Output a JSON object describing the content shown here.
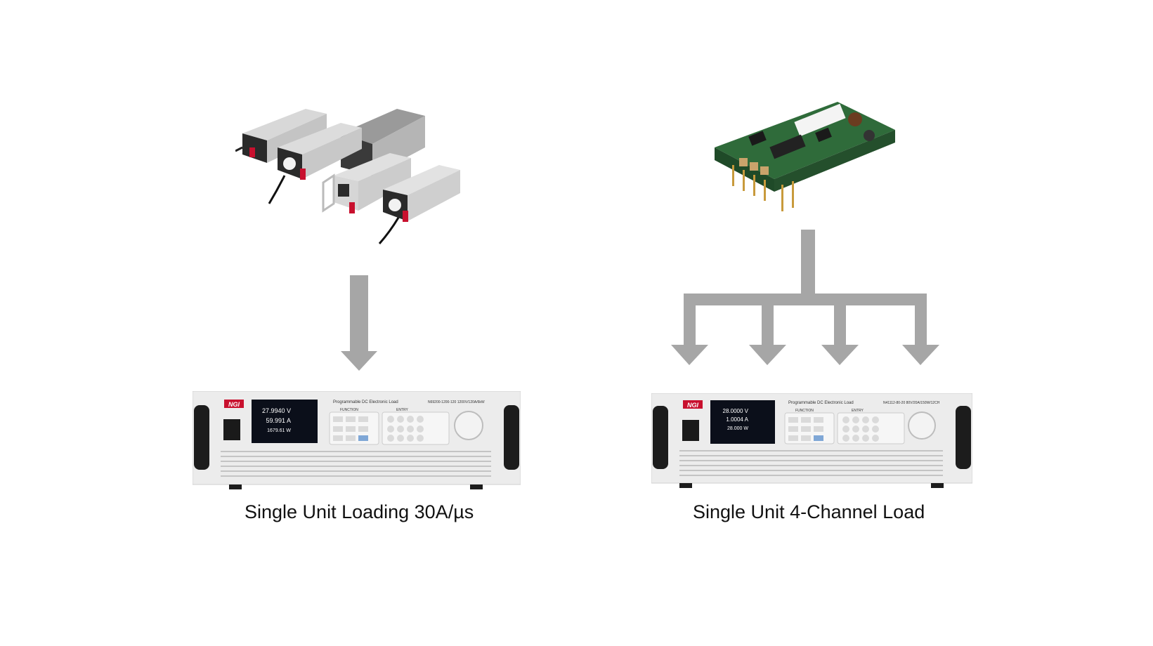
{
  "left": {
    "caption": "Single Unit Loading 30A/µs",
    "source_label": "server-psu-group",
    "load": {
      "brand": "NGI",
      "panel_title": "Programmable DC Electronic Load",
      "model": "N69200-1200-120   1200V/120A/6kW",
      "function_label": "FUNCTION",
      "entry_label": "ENTRY",
      "voltage": "27.9940 V",
      "current": "59.991 A",
      "power": "1679.61 W"
    }
  },
  "right": {
    "caption": "Single Unit 4-Channel Load",
    "source_label": "dc-dc-module",
    "load": {
      "brand": "NGI",
      "panel_title": "Programmable DC Electronic Load",
      "model": "N41112-80-20   80V/20A/150W/12CH",
      "function_label": "FUNCTION",
      "entry_label": "ENTRY",
      "voltage": "28.0000 V",
      "current": "1.0004 A",
      "power": "28.000 W"
    }
  },
  "colors": {
    "arrow": "#a6a6a6",
    "chassis": "#e8e8e8",
    "handle": "#1c1c1c",
    "brand_red": "#c8102e",
    "lcd": "#0b0f1a",
    "pcb": "#2f6b3a"
  }
}
